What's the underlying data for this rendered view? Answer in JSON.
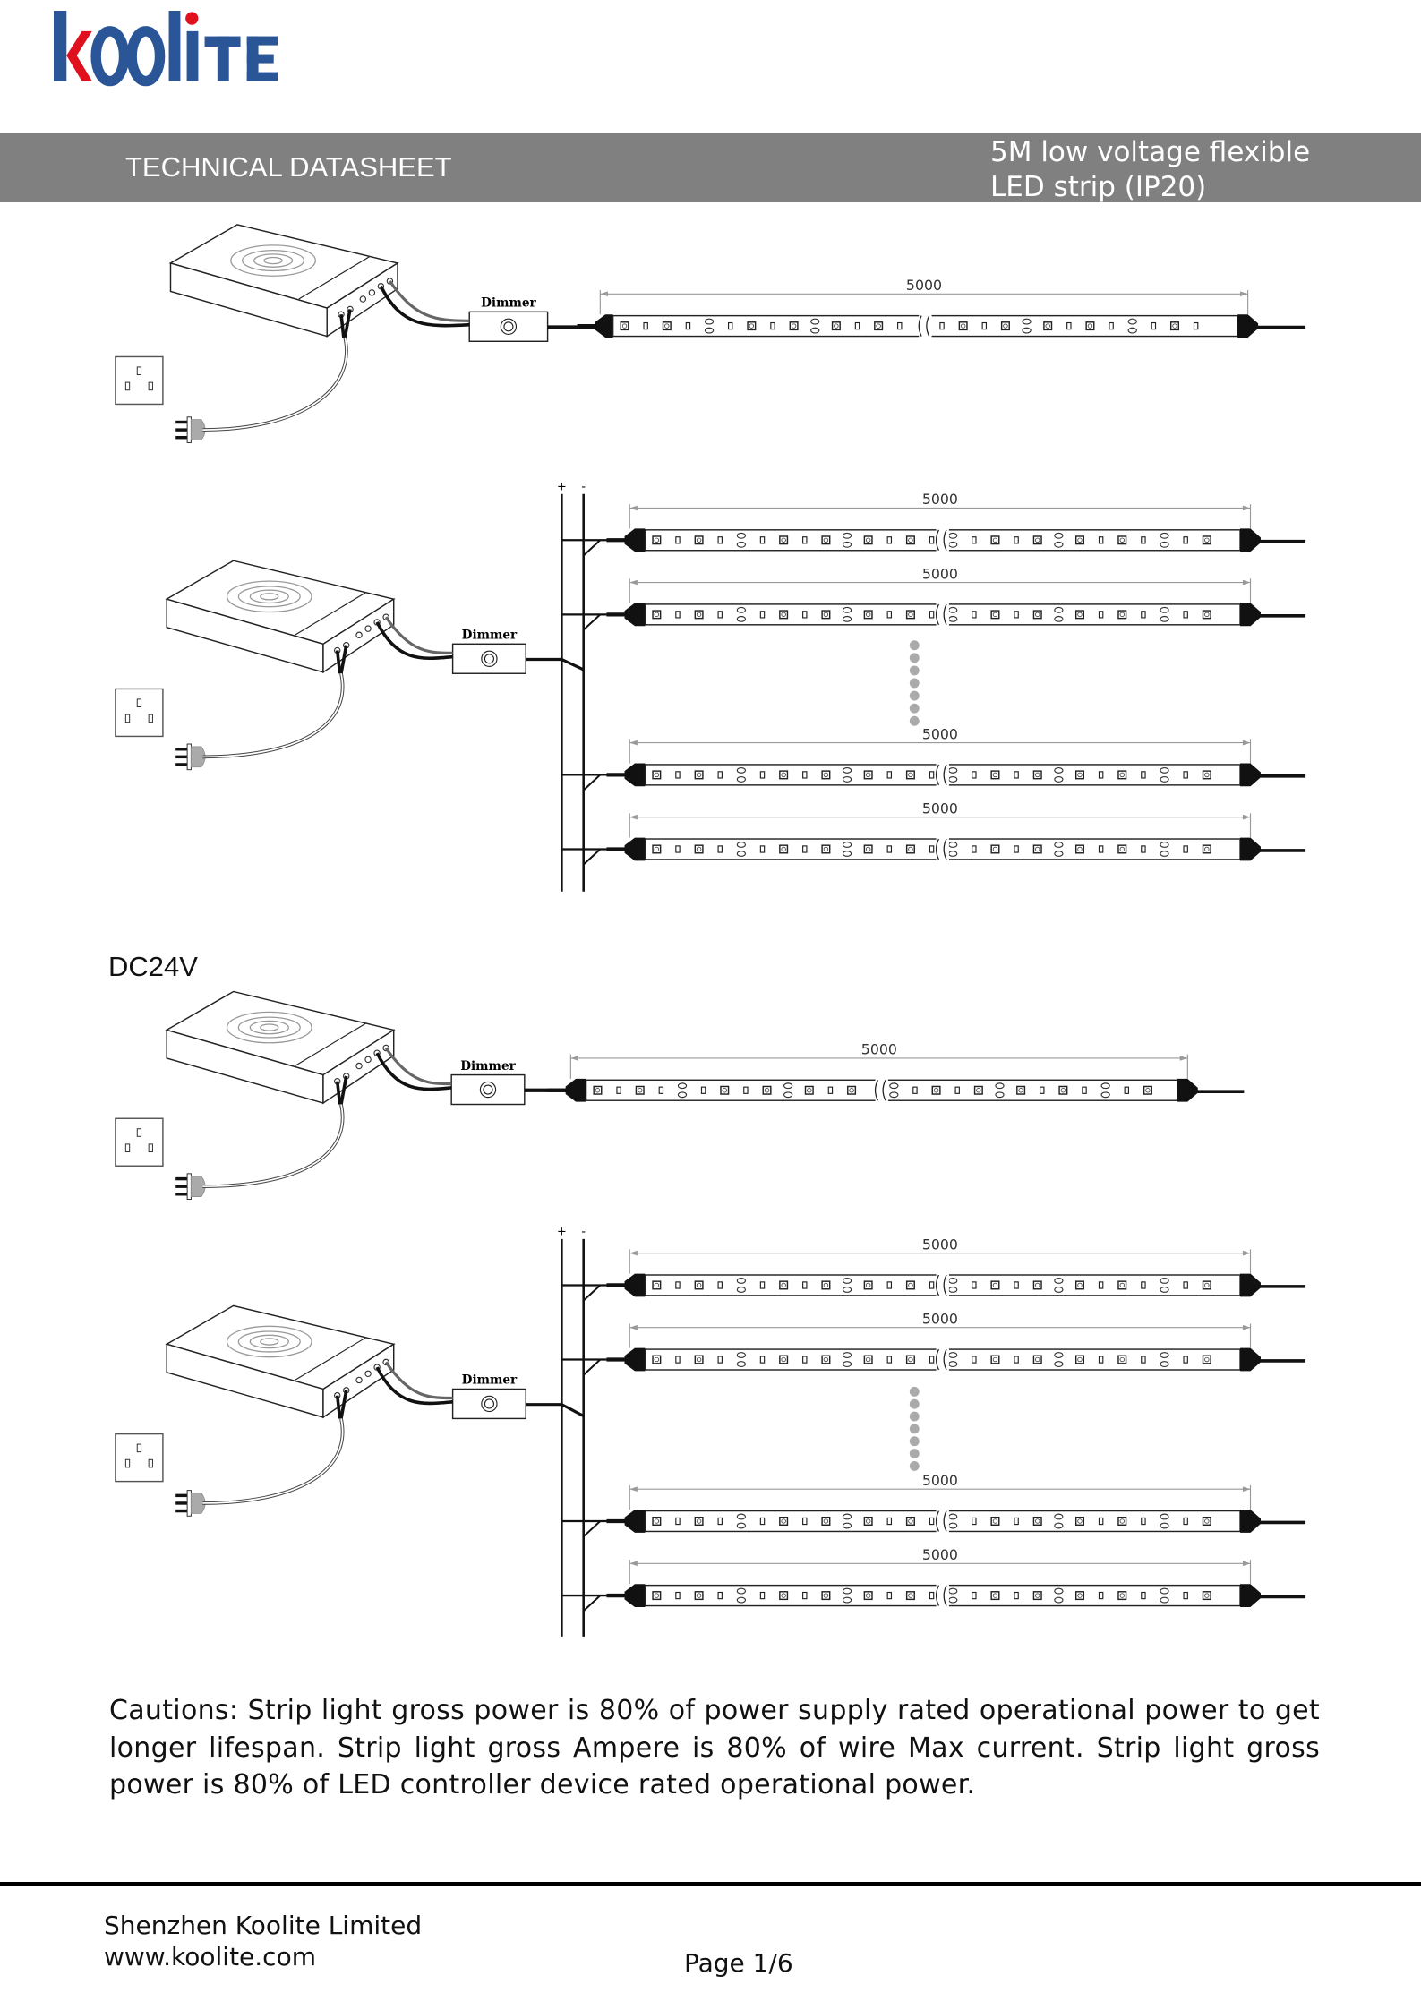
{
  "logo": {
    "text": "koolite",
    "blue": "#2a5597",
    "red": "#e0101e"
  },
  "header": {
    "title": "TECHNICAL DATASHEET",
    "subtitle_line1": "5M low voltage flexible",
    "subtitle_line2": "LED strip (IP20)",
    "bar_color": "#808080"
  },
  "diagrams": [
    {
      "dimmer_label": "Dimmer",
      "strips": [
        {
          "length": "5000"
        }
      ]
    },
    {
      "dimmer_label": "Dimmer",
      "bus_plus": "+",
      "bus_minus": "-",
      "strips": [
        {
          "length": "5000"
        },
        {
          "length": "5000"
        },
        {
          "length": "5000"
        },
        {
          "length": "5000"
        }
      ]
    },
    {
      "dimmer_label": "Dimmer",
      "strips": [
        {
          "length": "5000"
        }
      ]
    },
    {
      "dimmer_label": "Dimmer",
      "bus_plus": "+",
      "bus_minus": "-",
      "strips": [
        {
          "length": "5000"
        },
        {
          "length": "5000"
        },
        {
          "length": "5000"
        },
        {
          "length": "5000"
        }
      ]
    }
  ],
  "section_label": "DC24V",
  "cautions": "Cautions: Strip light gross power is 80% of power supply rated operational power to get longer lifespan. Strip light gross Ampere is 80% of wire Max current. Strip light gross power is 80% of LED controller device rated operational power.",
  "footer": {
    "company": "Shenzhen Koolite Limited",
    "website": "www.koolite.com",
    "page": "Page 1/6"
  }
}
